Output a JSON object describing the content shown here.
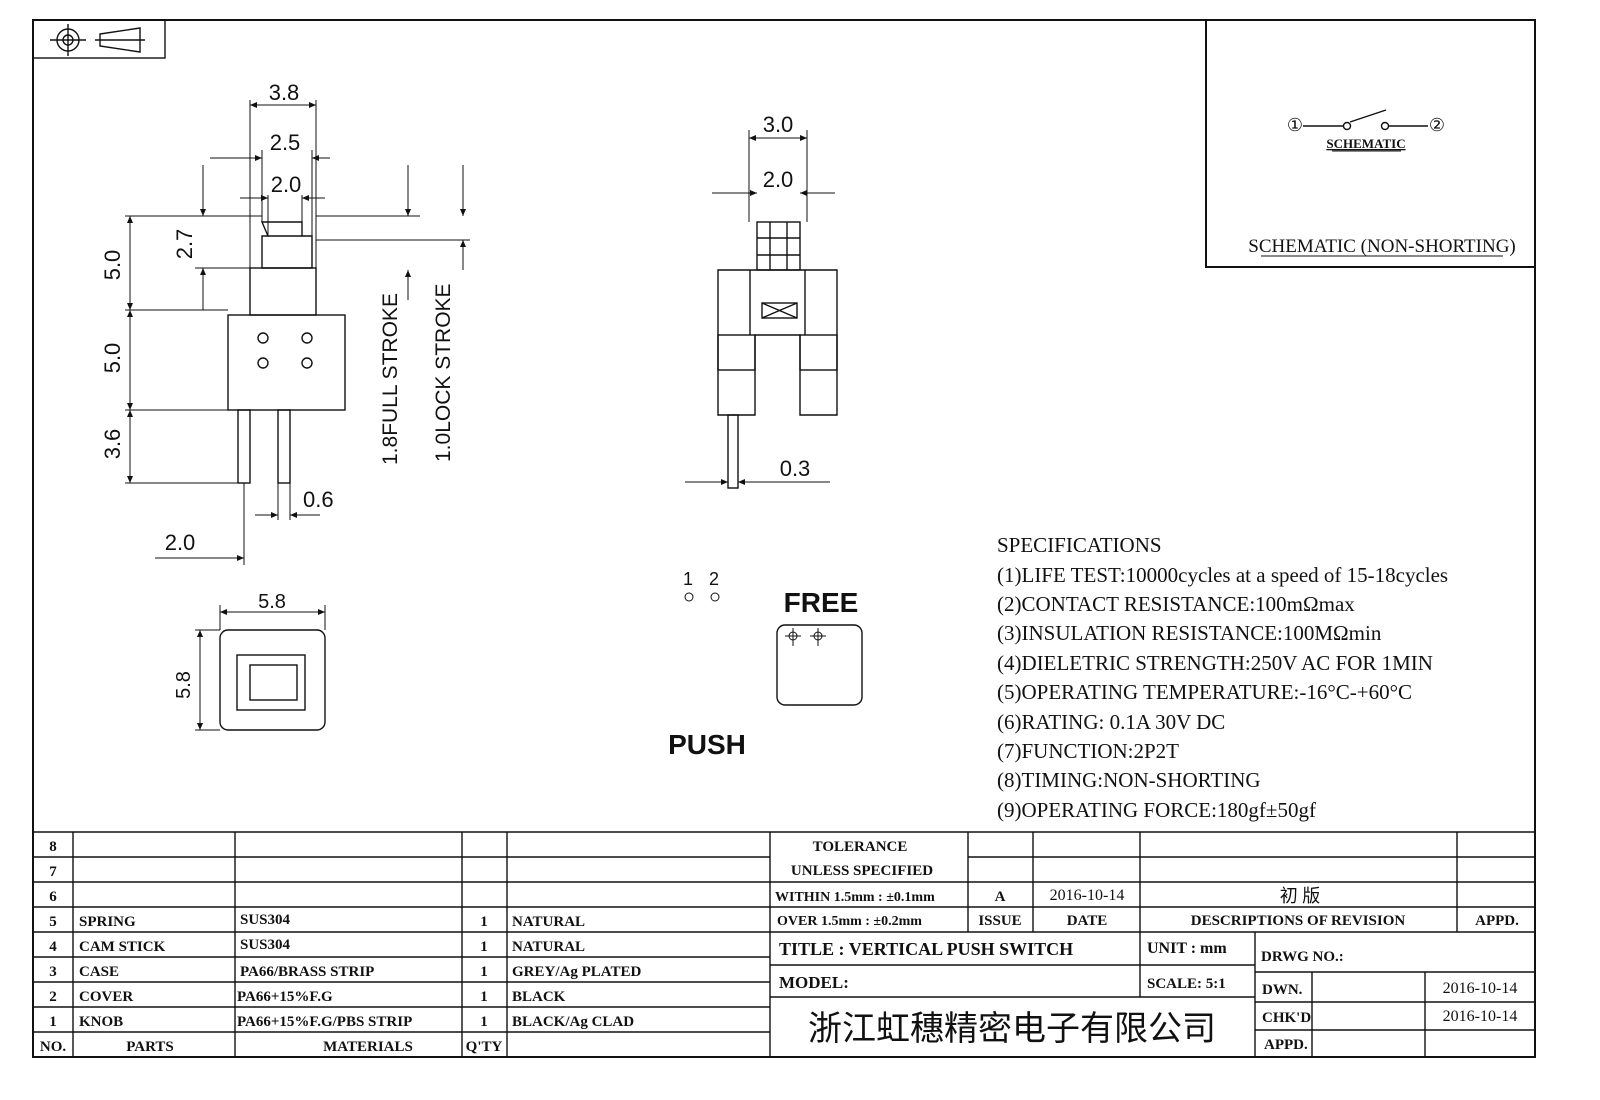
{
  "dimensions": {
    "side_view": {
      "top_width": "3.8",
      "mid_width": "2.5",
      "knob_width": "2.0",
      "knob_height": "2.7",
      "upper_height": "5.0",
      "body_height": "5.0",
      "pin_length": "3.6",
      "pin_width": "0.6",
      "pin_pitch": "2.0",
      "full_stroke": "1.8FULL STROKE",
      "lock_stroke": "1.0LOCK STROKE"
    },
    "front_view": {
      "width_outer": "3.0",
      "width_inner": "2.0",
      "pin_thickness": "0.3"
    },
    "top_view": {
      "width": "5.8",
      "height": "5.8"
    }
  },
  "pin_labels": {
    "pin1": "1",
    "pin2": "2"
  },
  "state_labels": {
    "free": "FREE",
    "push": "PUSH"
  },
  "schematic": {
    "node1": "①",
    "node2": "②",
    "caption": "SCHEMATIC",
    "title": "SCHEMATIC (NON-SHORTING)"
  },
  "specifications": {
    "heading": "SPECIFICATIONS",
    "items": [
      "(1)LIFE TEST:10000cycles at a speed of 15-18cycles",
      "(2)CONTACT RESISTANCE:100mΩmax",
      "(3)INSULATION RESISTANCE:100MΩmin",
      "(4)DIELETRIC STRENGTH:250V AC FOR 1MIN",
      "(5)OPERATING TEMPERATURE:-16°C-+60°C",
      "(6)RATING: 0.1A 30V DC",
      "(7)FUNCTION:2P2T",
      "(8)TIMING:NON-SHORTING",
      "(9)OPERATING FORCE:180gf±50gf"
    ]
  },
  "parts_table": {
    "headers": {
      "no": "NO.",
      "parts": "PARTS",
      "materials": "MATERIALS",
      "qty": "Q'TY"
    },
    "rows": [
      {
        "no": "8",
        "part": "",
        "material": "",
        "qty": "",
        "finish": ""
      },
      {
        "no": "7",
        "part": "",
        "material": "",
        "qty": "",
        "finish": ""
      },
      {
        "no": "6",
        "part": "",
        "material": "",
        "qty": "",
        "finish": ""
      },
      {
        "no": "5",
        "part": "SPRING",
        "material": "SUS304",
        "qty": "1",
        "finish": "NATURAL"
      },
      {
        "no": "4",
        "part": "CAM STICK",
        "material": "SUS304",
        "qty": "1",
        "finish": "NATURAL"
      },
      {
        "no": "3",
        "part": "CASE",
        "material": "PA66/BRASS STRIP",
        "qty": "1",
        "finish": "GREY/Ag PLATED"
      },
      {
        "no": "2",
        "part": "COVER",
        "material": "PA66+15%F.G",
        "qty": "1",
        "finish": "BLACK"
      },
      {
        "no": "1",
        "part": "KNOB",
        "material": "PA66+15%F.G/PBS STRIP",
        "qty": "1",
        "finish": "BLACK/Ag CLAD"
      }
    ]
  },
  "title_block": {
    "tolerance_line1": "TOLERANCE",
    "tolerance_line2": "UNLESS  SPECIFIED",
    "tolerance_within": "WITHIN 1.5mm : ±0.1mm",
    "tolerance_over": "OVER 1.5mm : ±0.2mm",
    "revision": {
      "issue": "A",
      "date": "2016-10-14",
      "description": "初 版"
    },
    "revision_headers": {
      "issue": "ISSUE",
      "date": "DATE",
      "description": "DESCRIPTIONS OF REVISION",
      "approved": "APPD."
    },
    "title": "TITLE :  VERTICAL PUSH SWITCH",
    "unit": "UNIT :  mm",
    "model": "MODEL:",
    "scale": "SCALE:  5:1",
    "drawing_no": "DRWG NO.:",
    "drawn_label": "DWN.",
    "drawn_date": "2016-10-14",
    "checked_label": "CHK'D",
    "checked_date": "2016-10-14",
    "approved_label": "APPD.",
    "company": "浙江虹穗精密电子有限公司"
  }
}
